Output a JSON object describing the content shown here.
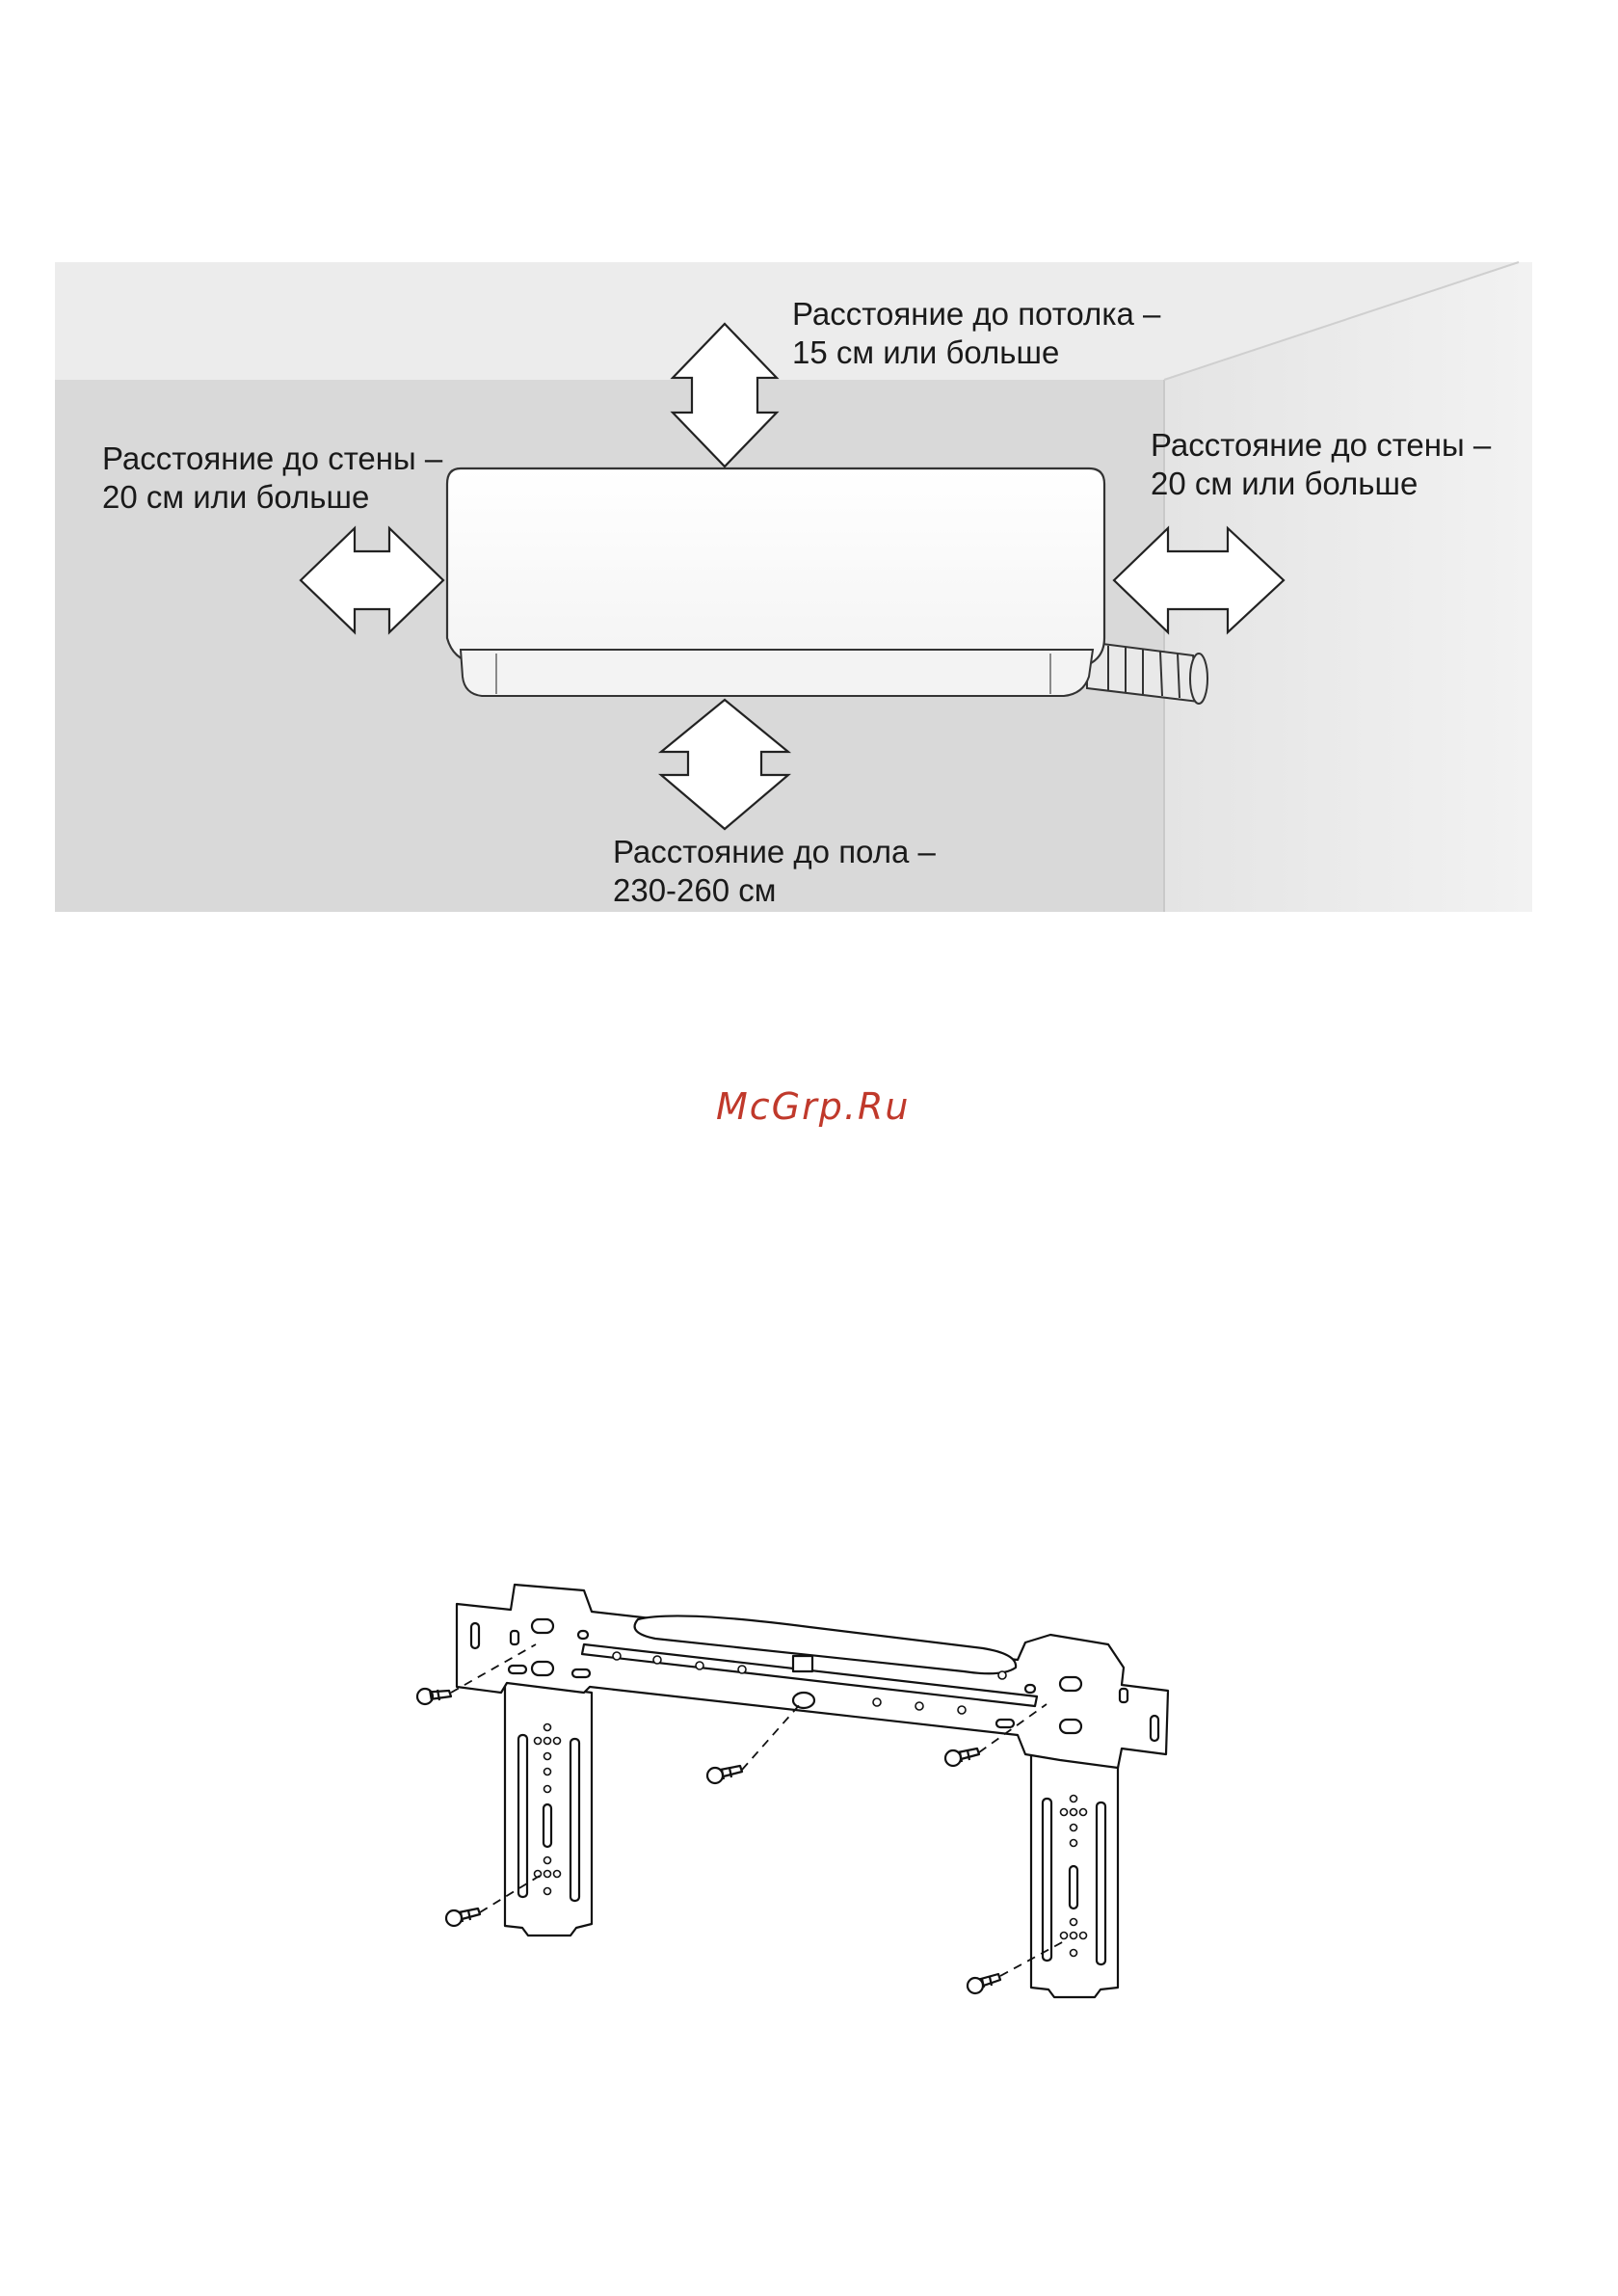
{
  "clearance_diagram": {
    "ceiling": {
      "line1": "Расстояние до потолка –",
      "line2": "15 см или больше"
    },
    "left_wall": {
      "line1": "Расстояние до стены –",
      "line2": "20 см или больше"
    },
    "right_wall": {
      "line1": "Расстояние до стены –",
      "line2": "20 см или больше"
    },
    "floor": {
      "line1": "Расстояние до пола –",
      "line2": "230-260 см"
    }
  },
  "watermark": "McGrp.Ru",
  "colors": {
    "wall_back": "#d9d9d9",
    "wall_side": "#ececec",
    "ceiling": "#ececec",
    "outline": "#222222",
    "watermark": "#c0392b"
  }
}
